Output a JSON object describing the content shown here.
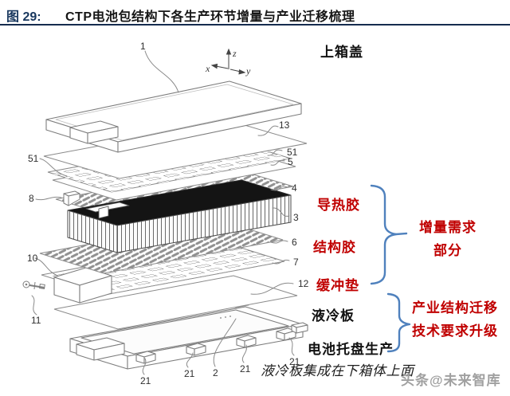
{
  "header": {
    "figure_label": "图 29:",
    "figure_title": "CTP电池包结构下各生产环节增量与产业迁移梳理"
  },
  "diagram": {
    "axes": {
      "x": "x",
      "y": "y",
      "z": "z"
    },
    "parts": {
      "p1": "1",
      "p13": "13",
      "p51l": "51",
      "p51r": "51",
      "p5": "5",
      "p4": "4",
      "p8": "8",
      "p3": "3",
      "p6": "6",
      "p7": "7",
      "p10": "10",
      "p12": "12",
      "p11": "11",
      "p21a": "21",
      "p21b": "21",
      "p2": "2",
      "p21c": "21",
      "p21d": "21"
    }
  },
  "annotations": {
    "top_cover": "上箱盖",
    "thermal_adhesive": "导热胶",
    "structural_adhesive": "结构胶",
    "buffer_pad": "缓冲垫",
    "incremental_demand": {
      "line1": "增量需求",
      "line2": "部分"
    },
    "liquid_cooling_plate": "液冷板",
    "battery_tray_production": "电池托盘生产",
    "industry_migration": {
      "line1": "产业结构迁移",
      "line2": "技术要求升级"
    },
    "bottom_note": "液冷板集成在下箱体上面",
    "watermark": "头条@未来智库"
  },
  "colors": {
    "title_navy": "#17365d",
    "accent_red": "#c00000",
    "brace_blue": "#4f81bd",
    "diagram_line_gray": "#7d7d7d",
    "cell_block_black": "#141414",
    "watermark_gray": "#a0a0a0"
  }
}
